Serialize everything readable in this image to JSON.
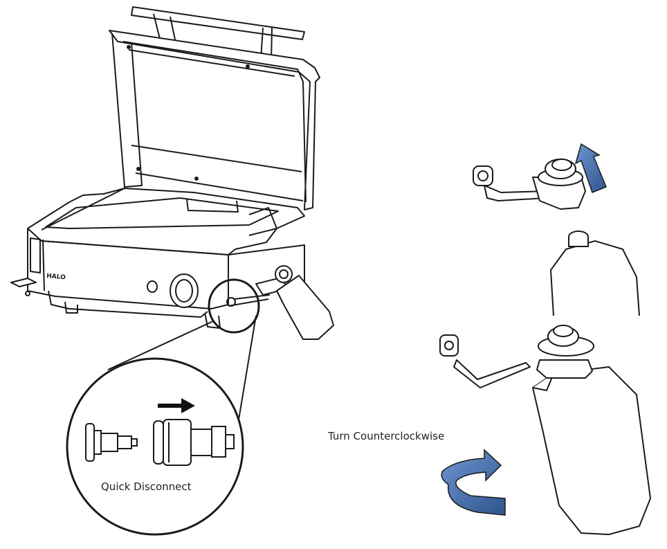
{
  "labels": {
    "turn": "Turn Counterclockwise",
    "quick_disconnect": "Quick Disconnect",
    "brand": "HALO"
  },
  "colors": {
    "line": "#1a1a1a",
    "arrow_fill": "#4f79b8",
    "arrow_dark": "#2c4e86",
    "background": "#ffffff"
  },
  "icons": {
    "direction_arrow": "right-arrow-icon",
    "lift_arrow": "up-arrow-icon",
    "rotate_arrow": "counterclockwise-arrow-icon"
  }
}
